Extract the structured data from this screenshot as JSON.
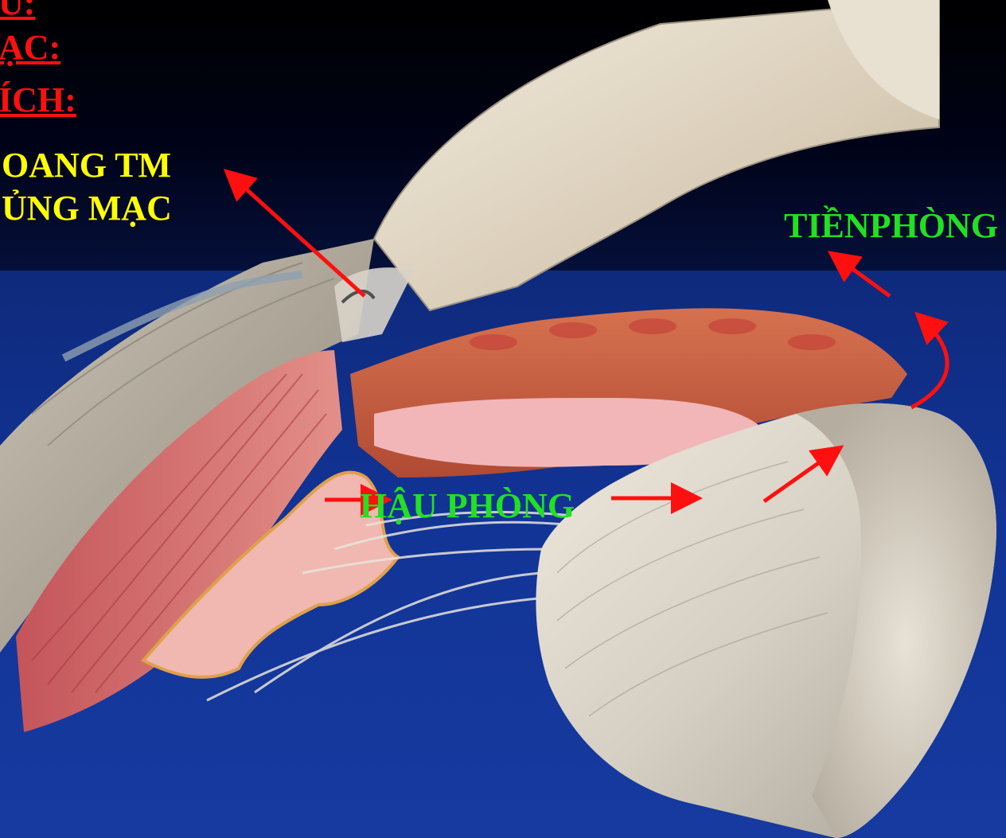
{
  "headings": [
    "U:",
    "ẠC:",
    "ÍCH:"
  ],
  "labels": {
    "schlemm_line1": "OANG TM",
    "schlemm_line2": "ỦNG MẠC",
    "anterior_chamber": "TIỀNPHÒNG",
    "posterior_chamber": "HẬU PHÒNG"
  },
  "colors": {
    "heading": "#ff1010",
    "label_yellow": "#ffff00",
    "label_green": "#22e022",
    "arrow": "#ff1010",
    "background_top": "#000000",
    "background_bottom": "#123496"
  }
}
